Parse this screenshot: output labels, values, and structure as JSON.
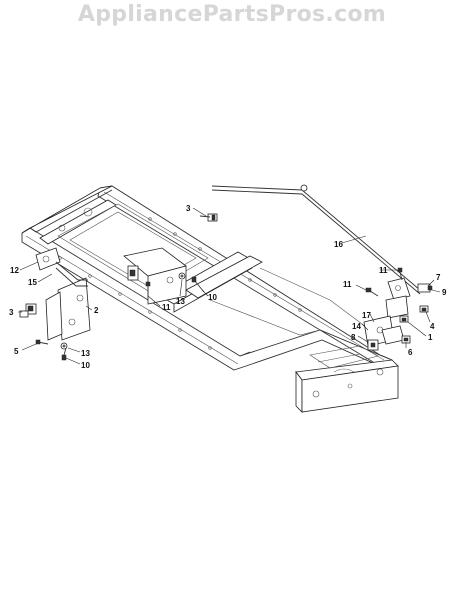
{
  "watermark": "AppliancePartsPros.com",
  "callouts": {
    "c1": "1",
    "c2": "2",
    "c3a": "3",
    "c3b": "3",
    "c4": "4",
    "c5": "5",
    "c6": "6",
    "c7": "7",
    "c8": "8",
    "c9": "9",
    "c10a": "10",
    "c10b": "10",
    "c11a": "11",
    "c11b": "11",
    "c11c": "11",
    "c12": "12",
    "c13a": "13",
    "c13b": "13",
    "c14": "14",
    "c15": "15",
    "c16": "16",
    "c17": "17"
  }
}
